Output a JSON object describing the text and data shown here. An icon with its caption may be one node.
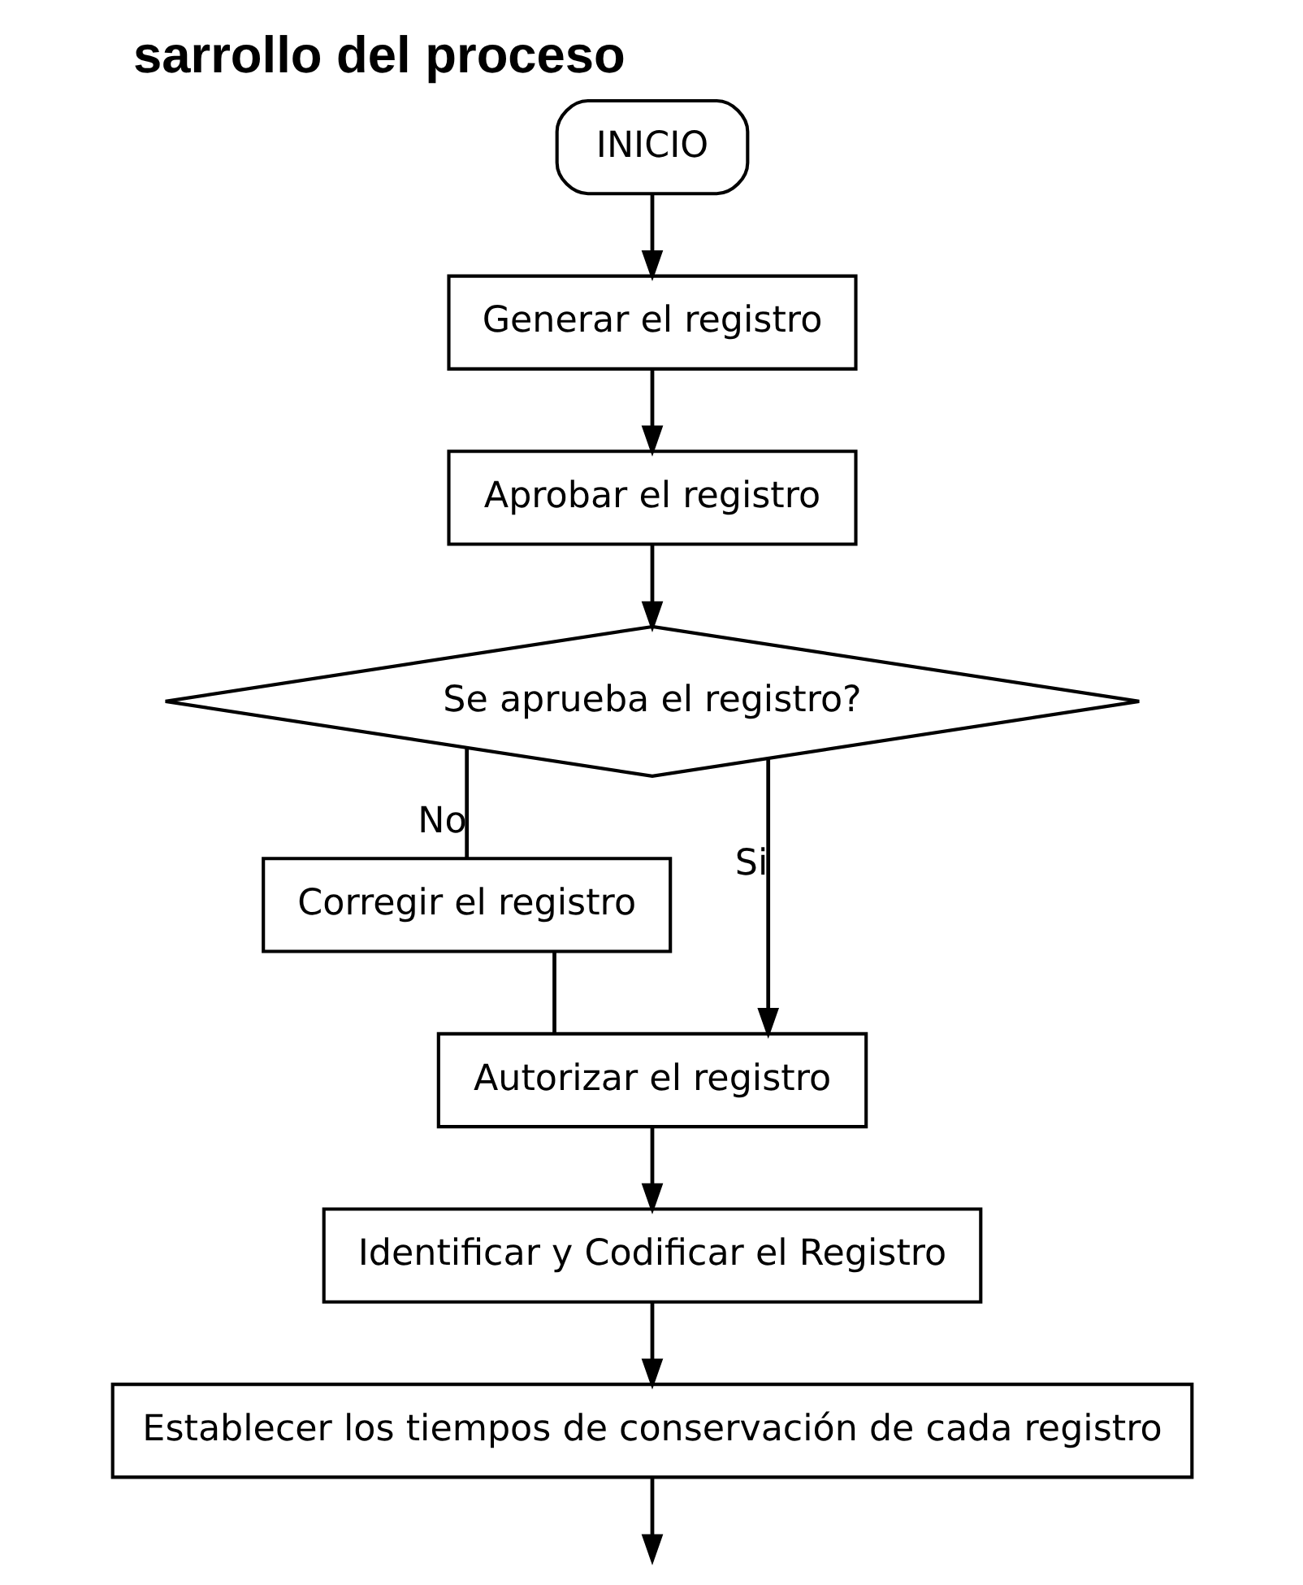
{
  "diagram": {
    "title": "sarrollo del proceso",
    "nodes": [
      {
        "text": [
          "INICIO"
        ]
      },
      {
        "text": [
          "Generar el registro"
        ]
      },
      {
        "text": [
          "Aprobar el registro"
        ]
      },
      {
        "text": [
          "Se aprueba el registro?"
        ]
      },
      {
        "text": [
          "Corregir el registro"
        ]
      },
      {
        "text": [
          "Autorizar el registro"
        ]
      },
      {
        "text": [
          "Identificar y Codificar el Registro"
        ]
      },
      {
        "text": [
          "Establecer los tiempos de conservación de cada registro"
        ]
      }
    ],
    "edges": [
      {
        "from": 0,
        "to": 1,
        "arrow": "to"
      },
      {
        "from": 1,
        "to": 2,
        "arrow": "to"
      },
      {
        "from": 2,
        "to": 3,
        "arrow": "to"
      },
      {
        "from": 3,
        "to": 4,
        "arrow": "none",
        "label": "No"
      },
      {
        "from": 4,
        "to": 5,
        "arrow": "none"
      },
      {
        "from": 3,
        "to": 5,
        "arrow": "to",
        "label": "Si"
      },
      {
        "from": 5,
        "to": 6,
        "arrow": "to"
      },
      {
        "from": 6,
        "to": 7,
        "arrow": "to"
      },
      {
        "from": 7,
        "to": null,
        "arrow": "to"
      }
    ]
  }
}
